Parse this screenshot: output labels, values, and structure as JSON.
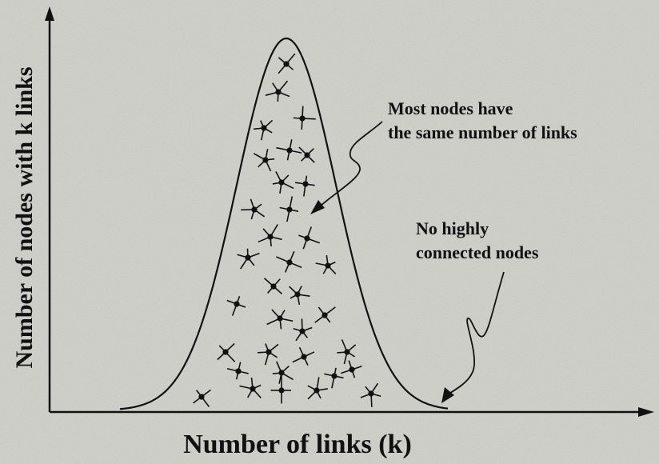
{
  "diagram": {
    "y_axis_label": "Number of nodes with k links",
    "x_axis_label": "Number of links (k)",
    "annotation_top": {
      "line1": "Most nodes have",
      "line2": "the same number of links"
    },
    "annotation_right": {
      "line1": "No highly",
      "line2": "connected nodes"
    },
    "curve_shape": "bell-shaped normal distribution",
    "node_glyph": "star-shaped node with radiating links",
    "colors": {
      "background": "#d6d6d0",
      "ink": "#111111"
    }
  }
}
